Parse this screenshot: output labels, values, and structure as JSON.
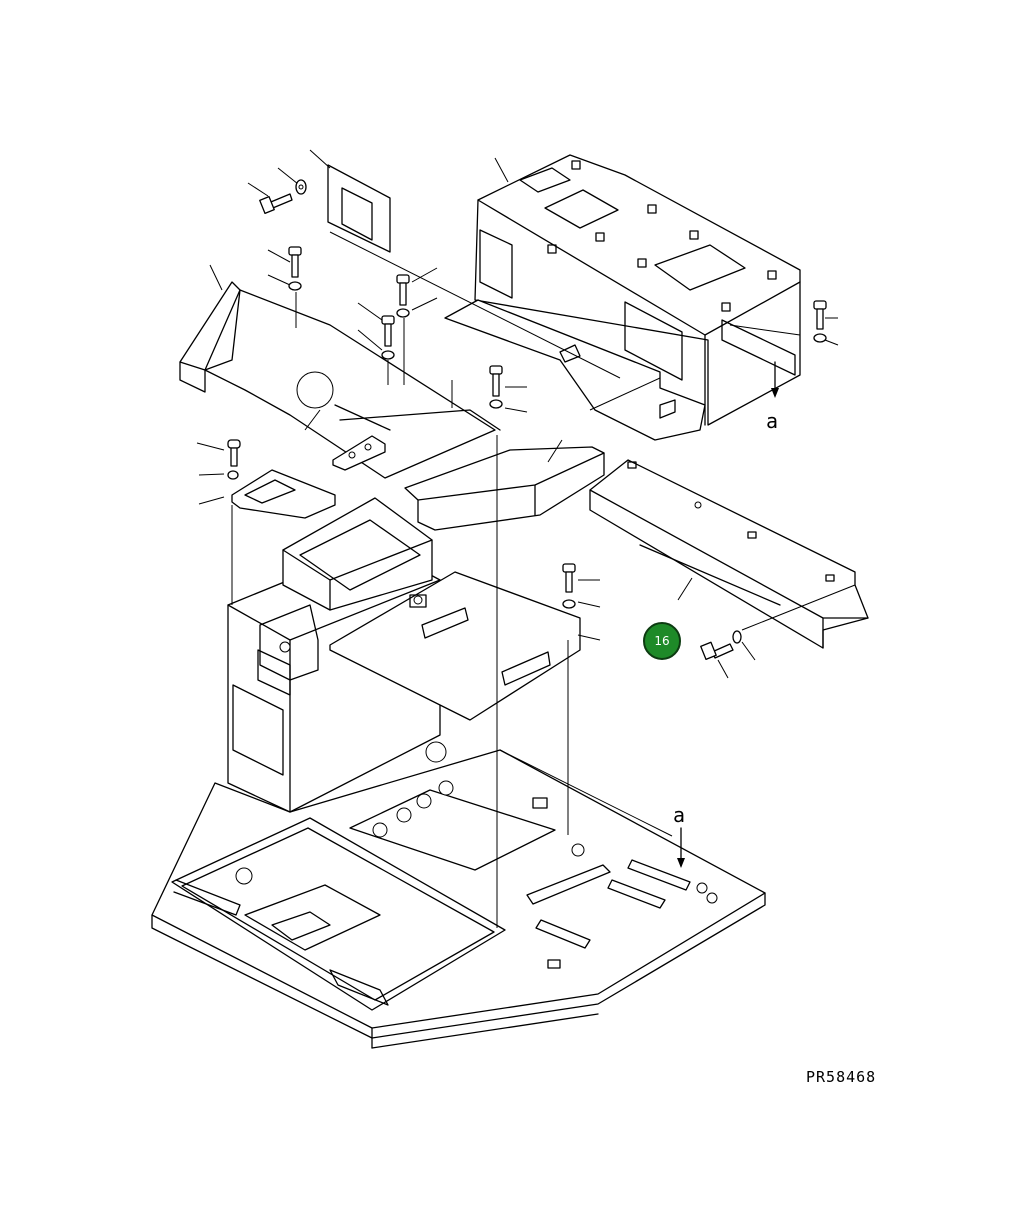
{
  "callout": {
    "number": "16",
    "color": "#1e8a28"
  },
  "view_markers": [
    "a",
    "a"
  ],
  "drawing_code": "PR58468",
  "icons": [
    "bolt-icon",
    "washer-icon",
    "view-arrow-icon"
  ]
}
